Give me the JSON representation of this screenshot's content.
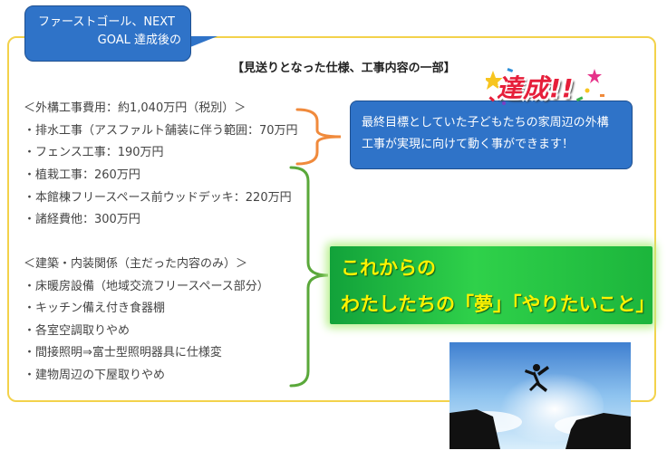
{
  "callout_top": {
    "line1": "ファーストゴール、NEXT",
    "line2": "GOAL 達成後の"
  },
  "heading": "【見送りとなった仕様、工事内容の一部】",
  "exterior_list": [
    "＜外構工事費用：約1,040万円（税別）＞",
    "・排水工事（アスファルト舗装に伴う範囲：70万円",
    "・フェンス工事：190万円"
  ],
  "exterior_list_2": [
    "・植栽工事：260万円",
    "・本館棟フリースペース前ウッドデッキ：220万円",
    "・諸経費他：300万円"
  ],
  "building_list": [
    "＜建築・内装関係（主だった内容のみ）＞",
    "・床暖房設備（地域交流フリースペース部分）",
    "・キッチン備え付き食器棚",
    "・各室空調取りやめ",
    "・間接照明⇒富士型照明器具に仕様変",
    "・建物周辺の下屋取りやめ"
  ],
  "callout_right": {
    "line1": "最終目標としていた子どもたちの家周辺の外構",
    "line2": "工事が実現に向けて動く事ができます！"
  },
  "badge": "達成!!",
  "green_box": {
    "line1": "これからの",
    "line2": "わたしたちの「夢」「やりたいこと」"
  },
  "colors": {
    "panel_border": "#f3d24b",
    "callout_blue": "#2f73c8",
    "orange_bracket": "#f08a3c",
    "green_bracket": "#5aa83a",
    "green_box": "#22c042",
    "yellow_text": "#fff200",
    "badge_red": "#e61e3a"
  },
  "icons": {
    "badge_decoration": "confetti-stars",
    "photo": "person-jumping-cliff-sky"
  }
}
